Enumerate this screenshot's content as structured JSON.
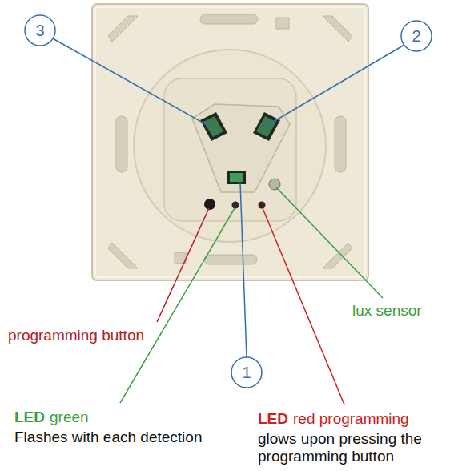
{
  "diagram": {
    "nodes": [
      {
        "text": [
          "3"
        ]
      },
      {
        "text": [
          "2"
        ]
      },
      {
        "text": [
          "1"
        ]
      }
    ],
    "labels": [
      "lux sensor",
      "programming button",
      "LED",
      "green",
      "Flashes with each detection",
      "LED",
      "red programming",
      "glows upon pressing the programming button"
    ]
  }
}
